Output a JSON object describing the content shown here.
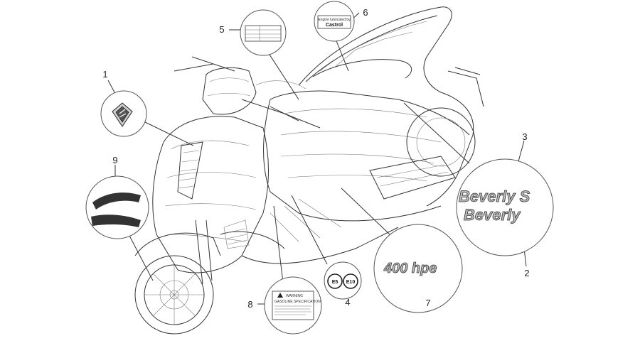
{
  "callouts": {
    "c1": "1",
    "c2": "2",
    "c3": "3",
    "c4": "4",
    "c5": "5",
    "c6": "6",
    "c7": "7",
    "c8": "8",
    "c9": "9"
  },
  "decals": {
    "brand_main": "Beverly",
    "brand_s": "Beverly S",
    "power": "400 hpe",
    "e5": "E5",
    "e10": "E10",
    "oil_brand": "Castrol",
    "oil_caption": "Engine lubricated by",
    "warning_title": "WARNING",
    "warning_sub": "GASOLINE SPECIFICATION"
  }
}
